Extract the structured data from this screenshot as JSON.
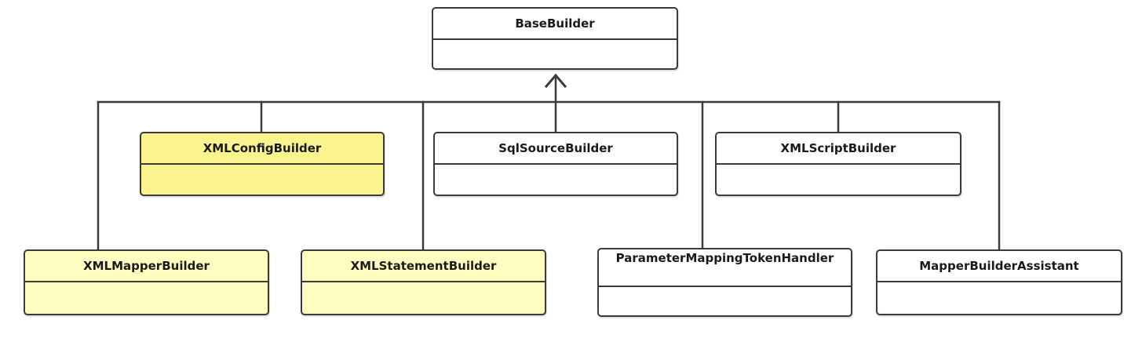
{
  "diagram": {
    "title": "",
    "colors": {
      "line": "#3a3a3a",
      "plain_fill": "#ffffff",
      "highlight_fill": "#fffcc0",
      "highlight_fill_strong": "#fbf48e"
    },
    "classes": {
      "base": {
        "name": "BaseBuilder"
      },
      "xml_config": {
        "name": "XMLConfigBuilder",
        "highlighted": true
      },
      "sql_source": {
        "name": "SqlSourceBuilder",
        "highlighted": false
      },
      "xml_script": {
        "name": "XMLScriptBuilder",
        "highlighted": false
      },
      "xml_mapper": {
        "name": "XMLMapperBuilder",
        "highlighted": true
      },
      "xml_statement": {
        "name": "XMLStatementBuilder",
        "highlighted": true
      },
      "param_token": {
        "name": "ParameterMappingTokenHandler",
        "highlighted": false
      },
      "mapper_assistant": {
        "name": "MapperBuilderAssistant",
        "highlighted": false
      }
    },
    "relation": {
      "type": "inheritance",
      "arrow": "open-arrow",
      "target": "BaseBuilder"
    }
  }
}
